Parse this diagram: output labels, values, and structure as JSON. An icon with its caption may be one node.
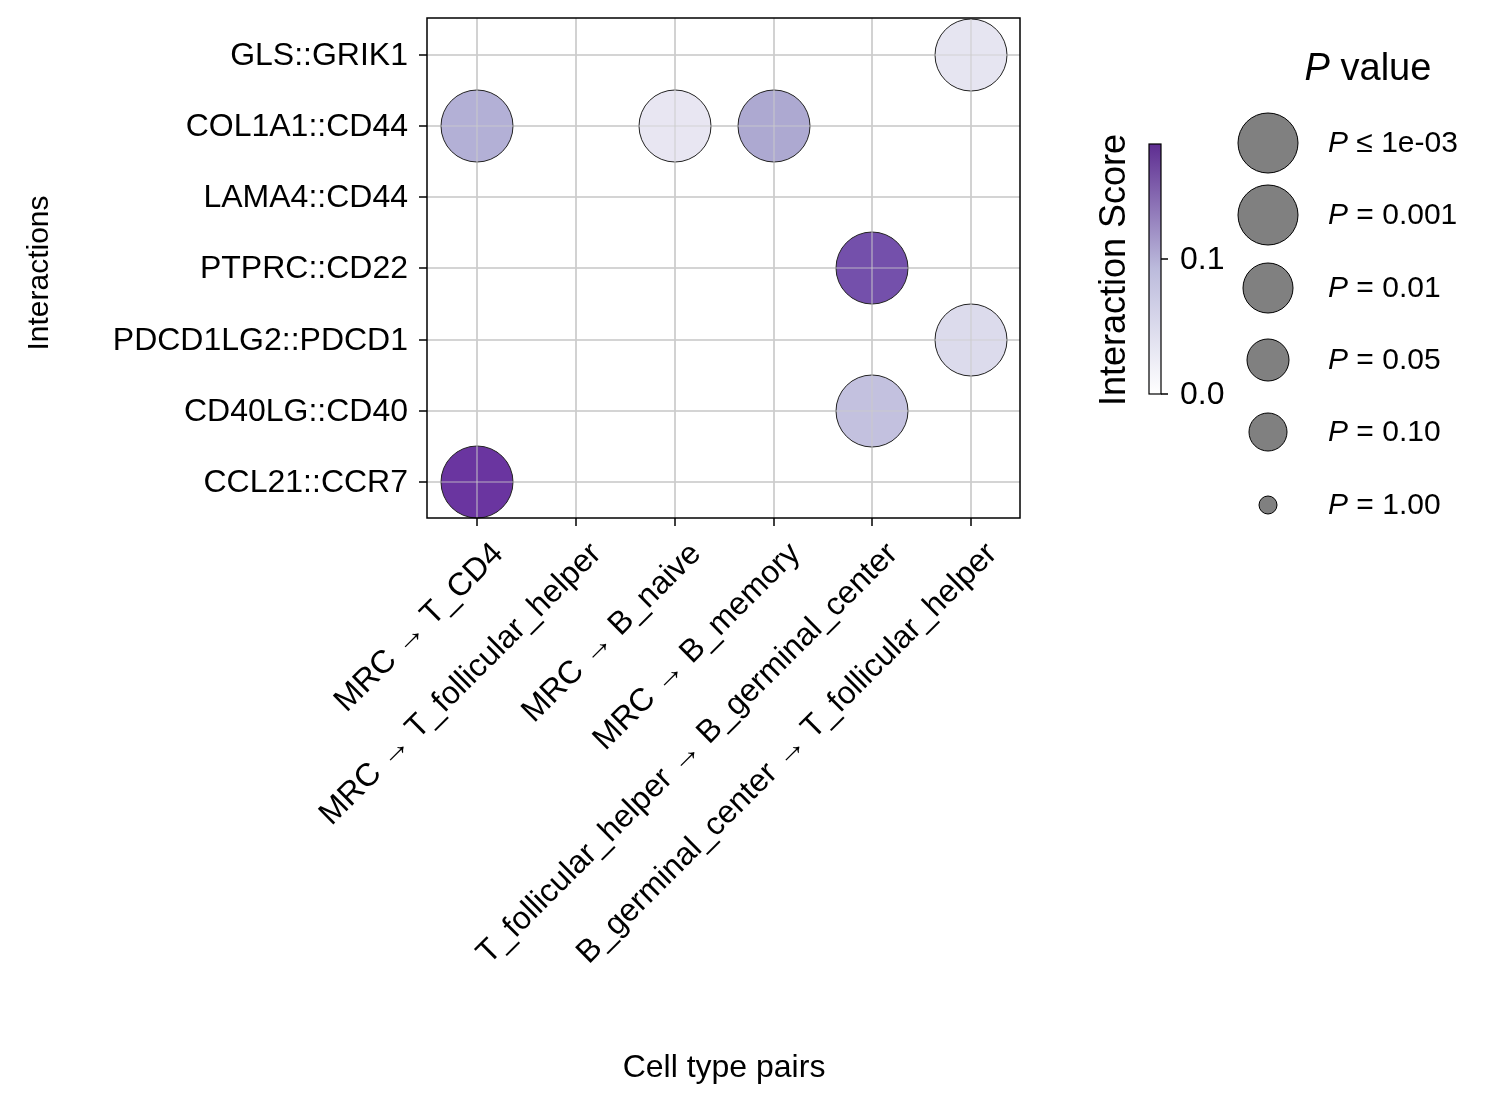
{
  "diagram": {
    "labels": [
      "GLS::GRIK1",
      "COL1A1::CD44",
      "LAMA4::CD44",
      "PTPRC::CD22",
      "PDCD1LG2::PDCD1",
      "CD40LG::CD40",
      "CCL21::CCR7",
      "Interactions",
      "MRC → T_CD4",
      "MRC → T_follicular_helper",
      "MRC → B_naive",
      "MRC → B_memory",
      "T_follicular_helper → B_germinal_center",
      "B_germinal_center → T_follicular_helper",
      "Cell type pairs",
      "Interaction Score",
      "0.1",
      "0.0",
      "*P* value"
    ],
    "legend": [
      {
        "text": "*P* ≤ 1e-03"
      },
      {
        "text": "*P* = 0.001"
      },
      {
        "text": "*P* = 0.01"
      },
      {
        "text": "*P* = 0.05"
      },
      {
        "text": "*P* = 0.10"
      },
      {
        "text": "*P* = 1.00"
      }
    ]
  }
}
